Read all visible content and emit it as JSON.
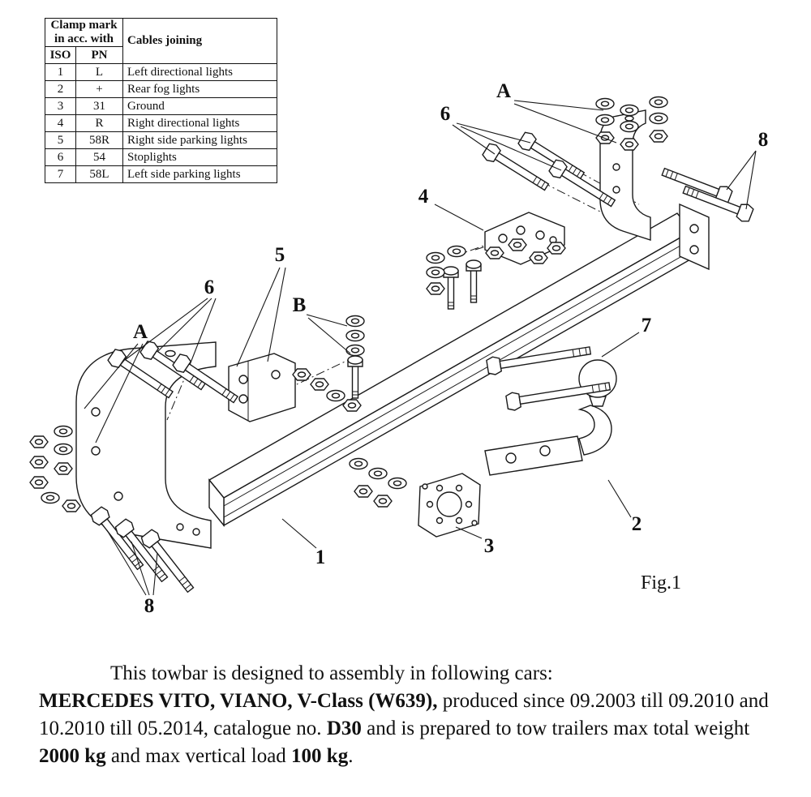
{
  "table": {
    "header_clamp_line1": "Clamp mark",
    "header_clamp_line2": "in acc. with",
    "header_cables": "Cables joining",
    "col_iso": "ISO",
    "col_pn": "PN",
    "rows": [
      {
        "iso": "1",
        "pn": "L",
        "desc": "Left directional lights"
      },
      {
        "iso": "2",
        "pn": "+",
        "desc": "Rear fog lights"
      },
      {
        "iso": "3",
        "pn": "31",
        "desc": "Ground"
      },
      {
        "iso": "4",
        "pn": "R",
        "desc": "Right directional lights"
      },
      {
        "iso": "5",
        "pn": "58R",
        "desc": "Right side parking lights"
      },
      {
        "iso": "6",
        "pn": "54",
        "desc": "Stoplights"
      },
      {
        "iso": "7",
        "pn": "58L",
        "desc": "Left side parking lights"
      }
    ]
  },
  "figure": {
    "caption": "Fig.1",
    "labels": {
      "n1": "1",
      "n2": "2",
      "n3": "3",
      "n4": "4",
      "n5": "5",
      "n6": "6",
      "n7": "7",
      "n8": "8",
      "A": "A",
      "B": "B"
    }
  },
  "description": {
    "intro": "This towbar is designed to assembly in following cars:",
    "car_bold": "MERCEDES VITO, VIANO, V-Class (W639),",
    "seg1": " produced since 09.2003 till 09.2010 and 10.2010 till 05.2014, catalogue no. ",
    "catalog_bold": "D30",
    "seg2": " and is prepared to tow trailers max total weight ",
    "weight_bold": "2000 kg",
    "seg3": " and max vertical load ",
    "load_bold": "100 kg",
    "seg4": "."
  }
}
